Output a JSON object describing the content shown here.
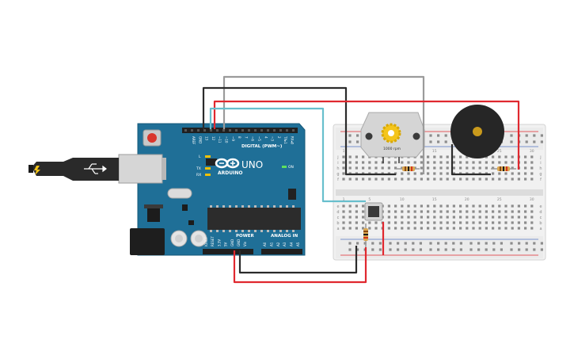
{
  "arduino": {
    "brand": "ARDUINO",
    "model": "UNO",
    "digital_header": "DIGITAL (PWM~)",
    "power_header": "POWER",
    "analog_header": "ANALOG IN",
    "on_led": "ON",
    "led_l": "L",
    "led_tx": "TX",
    "led_rx": "RX",
    "aref": "AREF",
    "gnd": "GND",
    "digital_pins": [
      "13",
      "12",
      "~11",
      "~10",
      "~9",
      "8",
      "7",
      "~6",
      "~5",
      "4",
      "~3",
      "2",
      "TX▸1",
      "RX◂0"
    ],
    "power_pins": [
      "IOREF",
      "RESET",
      "3.3V",
      "5V",
      "GND",
      "GND",
      "Vin"
    ],
    "analog_pins": [
      "A0",
      "A1",
      "A2",
      "A3",
      "A4",
      "A5"
    ]
  },
  "motor": {
    "label": "1000 rpm"
  },
  "breadboard": {
    "row_letters_top": [
      "j",
      "i",
      "h",
      "g",
      "f"
    ],
    "row_letters_bottom": [
      "e",
      "d",
      "c",
      "b",
      "a"
    ],
    "columns": [
      "1",
      "5",
      "10",
      "15",
      "20",
      "25",
      "30"
    ]
  },
  "colors": {
    "board": "#1f6f97",
    "wire_red": "#e0282f",
    "wire_black": "#2b2b2b",
    "wire_gray": "#9b9b9b",
    "wire_cyan": "#68bfcd"
  }
}
